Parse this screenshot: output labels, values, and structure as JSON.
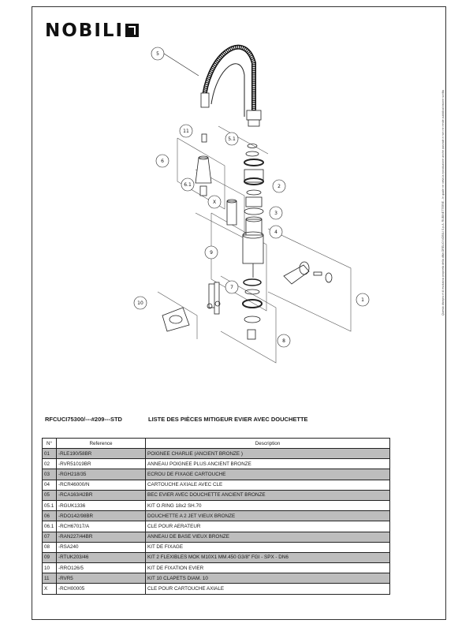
{
  "header": {
    "logo_text": "NOBILI",
    "side_note": "Questo disegno è di esclusiva proprietà della ditta ORELIO NOBILI S.p.A. RUBINETTERIE - In quale ne vieta la riproduzione anche parziale e non ne rende pubblica/visione scritta"
  },
  "diagram": {
    "callouts": [
      "5",
      "5.1",
      "11",
      "6",
      "6.1",
      "X",
      "2",
      "3",
      "4",
      "9",
      "7",
      "10",
      "1",
      "8"
    ]
  },
  "title": {
    "reference": "RFCUCI75300/---#209---STD",
    "description": "LISTE DES PIÈCES MITIGEUR EVIER AVEC DOUCHETTE"
  },
  "table": {
    "headers": [
      "N°",
      "Reference",
      "Description"
    ],
    "rows": [
      {
        "n": "01",
        "ref": "-RLE190/58BR",
        "desc": "POIGNEE CHARLIE  (ANCIENT BRONZE )"
      },
      {
        "n": "02",
        "ref": "-RVR51019BR",
        "desc": "ANNEAU POIGNEE PLUS ANCIENT BRONZE"
      },
      {
        "n": "03",
        "ref": "-RGH218/35",
        "desc": "ECROU DE FIXAGE CARTOUCHE"
      },
      {
        "n": "04",
        "ref": "-RCR46000/N",
        "desc": "CARTOUCHE AXIALE AVEC CLE"
      },
      {
        "n": "05",
        "ref": "-RCA163/42BR",
        "desc": "BEC EVIER AVEC DOUCHETTE ANCIENT BRONZE"
      },
      {
        "n": "05.1",
        "ref": "-RGUK1336",
        "desc": "KIT O.RING 18x2 SH.70"
      },
      {
        "n": "06",
        "ref": "-RDO142/98BR",
        "desc": "DOUCHETTE A 2 JET VIEUX BRONZE"
      },
      {
        "n": "06.1",
        "ref": "-RCH67017/A",
        "desc": "CLE POUR AERATEUR"
      },
      {
        "n": "07",
        "ref": "-RAN227/44BR",
        "desc": "ANNEAU DE BASE VIEUX BRONZE"
      },
      {
        "n": "08",
        "ref": "-RSA240",
        "desc": "KIT DE  FIXAGE"
      },
      {
        "n": "09",
        "ref": "-RTUK203/46",
        "desc": "KIT  2  FLEXIBLES MOK M10X1 MM.450 G3/8\" FGI - SPX - DN6"
      },
      {
        "n": "10",
        "ref": "-RRO126/5",
        "desc": "KIT DE  FIXATION EVIER"
      },
      {
        "n": "11",
        "ref": "-RVR5",
        "desc": "KIT  10 CLAPETS DIAM. 10"
      },
      {
        "n": "X",
        "ref": "-RCH00005",
        "desc": "CLE POUR CARTOUCHE AXIALE"
      }
    ]
  }
}
